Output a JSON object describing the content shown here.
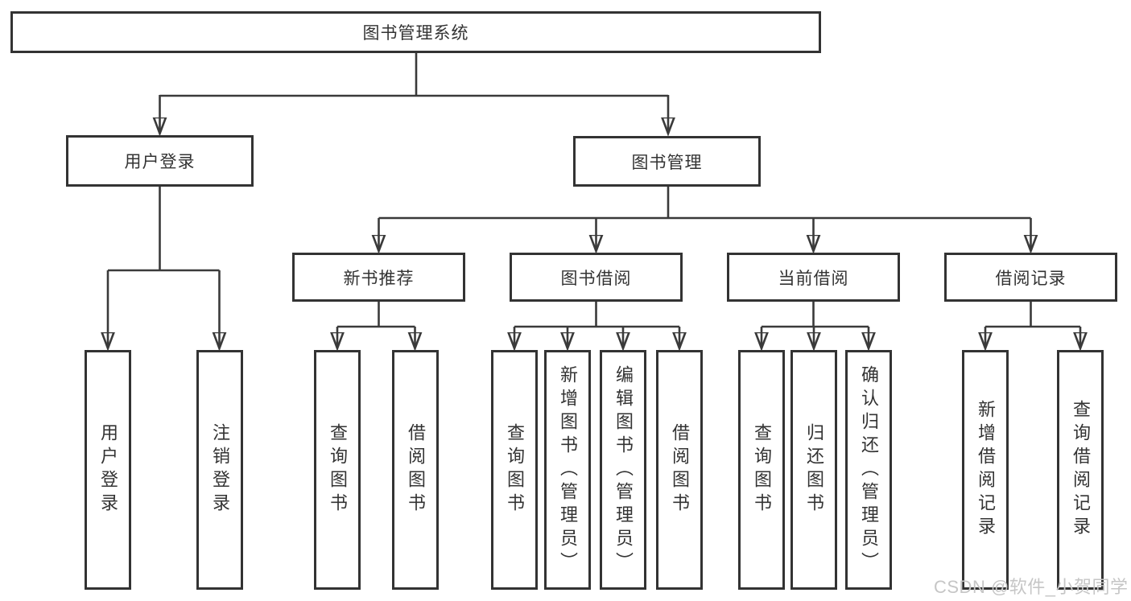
{
  "diagram": {
    "title": "图书管理系统",
    "level2": {
      "user_login": "用户登录",
      "book_mgmt": "图书管理"
    },
    "level3": {
      "new_book": "新书推荐",
      "book_borrow": "图书借阅",
      "current_borrow": "当前借阅",
      "borrow_record": "借阅记录"
    },
    "leaves": {
      "login": [
        "用户登录",
        "注销登录"
      ],
      "new_book": [
        "查询图书",
        "借阅图书"
      ],
      "book_borrow": [
        "查询图书",
        "新增图书（管理员）",
        "编辑图书（管理员）",
        "借阅图书"
      ],
      "current_borrow": [
        "查询图书",
        "归还图书",
        "确认归还（管理员）"
      ],
      "borrow_record": [
        "新增借阅记录",
        "查询借阅记录"
      ]
    }
  },
  "watermark": "CSDN @软件_小贺同学",
  "colors": {
    "line": "#3a3a3a",
    "border": "#333333",
    "text": "#333333",
    "watermark": "#c6c6c6",
    "background": "#ffffff"
  }
}
